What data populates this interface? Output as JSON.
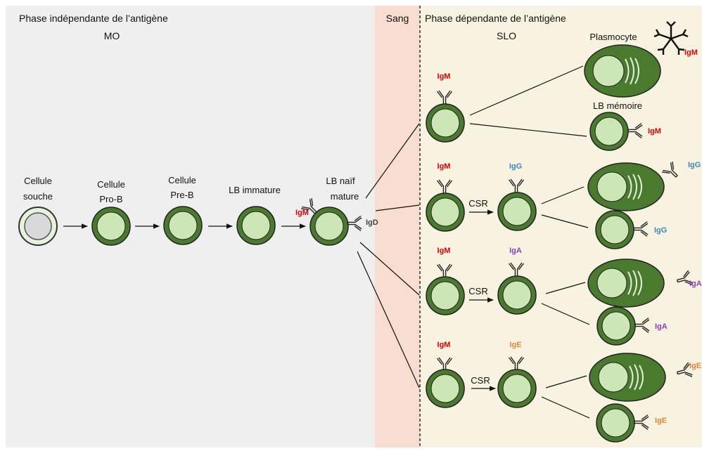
{
  "sections": {
    "left_title": "Phase indépendante de l’antigène",
    "left_subtitle": "MO",
    "blood_title": "Sang",
    "right_title": "Phase dépendante de l’antigène",
    "right_subtitle": "SLO"
  },
  "stages": {
    "stem_cell": [
      "Cellule",
      "souche"
    ],
    "pro_b": [
      "Cellule",
      "Pro-B"
    ],
    "pre_b": [
      "Cellule",
      "Pre-B"
    ],
    "immature": [
      "LB immature"
    ],
    "naive_mature": [
      "LB naïf",
      "mature"
    ]
  },
  "isotypes": {
    "igm": "IgM",
    "igd": "IgD",
    "igg": "IgG",
    "iga": "IgA",
    "ige": "IgE"
  },
  "fates": {
    "plasma_cell": "Plasmocyte",
    "memory_b": "LB mémoire"
  },
  "switch_label": "CSR",
  "colors": {
    "left_bg": "#efefef",
    "blood_bg": "#f8ddd0",
    "right_bg": "#f8f3e0",
    "cell_outer": "#4a7a2e",
    "cell_inner": "#cde6b6",
    "plasma_outer": "#4a7a2e",
    "stem_inner": "#d9d9d9",
    "stem_outer": "#e6f2dc",
    "igm": "#e00000",
    "igd": "#444444",
    "igg": "#3f86c6",
    "iga": "#8a3fbf",
    "ige": "#e8843a"
  },
  "icons": [
    "antibody-icon",
    "pentamer-igm-icon",
    "arrow-icon"
  ]
}
